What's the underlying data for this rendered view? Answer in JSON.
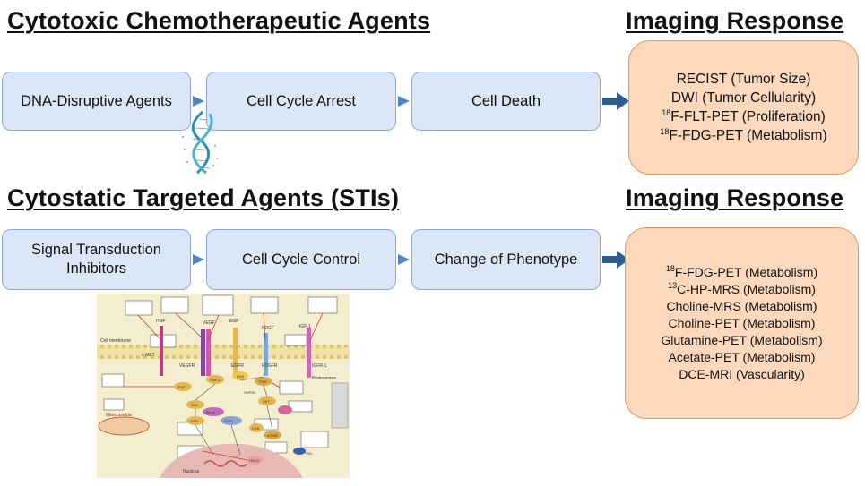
{
  "sections": {
    "cytotoxic": {
      "heading": "Cytotoxic Chemotherapeutic Agents",
      "steps": [
        "DNA-Disruptive Agents",
        "Cell Cycle Arrest",
        "Cell Death"
      ],
      "response_heading": "Imaging Response",
      "responses": [
        {
          "sup": "",
          "text": "RECIST (Tumor Size)"
        },
        {
          "sup": "",
          "text": "DWI (Tumor Cellularity)"
        },
        {
          "sup": "18",
          "text": "F-FLT-PET (Proliferation)"
        },
        {
          "sup": "18",
          "text": "F-FDG-PET (Metabolism)"
        }
      ]
    },
    "cytostatic": {
      "heading": "Cytostatic Targeted Agents (STIs)",
      "steps": [
        [
          "Signal Transduction",
          "Inhibitors"
        ],
        [
          "Cell Cycle Control"
        ],
        [
          "Change of Phenotype"
        ]
      ],
      "response_heading": "Imaging Response",
      "responses": [
        {
          "sup": "18",
          "text": "F-FDG-PET  (Metabolism)"
        },
        {
          "sup": "13",
          "text": "C-HP-MRS  (Metabolism)"
        },
        {
          "sup": "",
          "text": "Choline-MRS  (Metabolism)"
        },
        {
          "sup": "",
          "text": "Choline-PET  (Metabolism)"
        },
        {
          "sup": "",
          "text": "Glutamine-PET  (Metabolism)"
        },
        {
          "sup": "",
          "text": "Acetate-PET (Metabolism)"
        },
        {
          "sup": "",
          "text": "DCE-MRI  (Vascularity)"
        }
      ]
    }
  },
  "pathway_figure": {
    "membrane_label": "Cell membrane",
    "nucleus_label": "Nucleus",
    "mitochondria_label": "Mitochondria",
    "proteasome_label": "Proteasome",
    "nodes": [
      "HGF",
      "VEGF",
      "EGF",
      "PDGF",
      "IGF-1",
      "c-MET",
      "VEGFR",
      "EGFR",
      "PDGFR",
      "IGFR-1",
      "RAS",
      "RAF",
      "PI3K",
      "MEK",
      "ERK",
      "AKT",
      "PDK-1",
      "mTOR",
      "HSP90",
      "CDK",
      "Bcl-xl",
      "STAT",
      "TSG",
      "HDCA"
    ]
  },
  "colors": {
    "step_fill": "#dbe6f6",
    "step_border": "#8eaad6",
    "response_fill": "#fcd9bd",
    "response_border": "#e59a5c",
    "arrow": "#4f86c6",
    "big_arrow": "#2e5e8e"
  }
}
